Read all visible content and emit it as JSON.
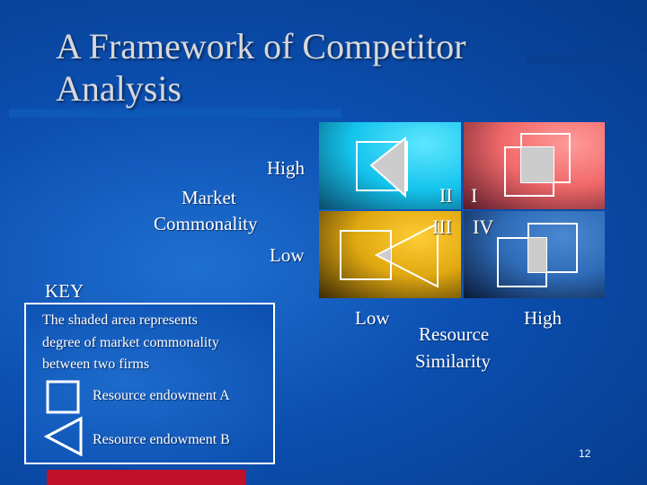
{
  "title": "A Framework of Competitor Analysis",
  "axis_y": {
    "high": "High",
    "label_line1": "Market",
    "label_line2": "Commonality",
    "low": "Low"
  },
  "axis_x": {
    "low": "Low",
    "label_line1": "Resource",
    "label_line2": "Similarity",
    "high": "High"
  },
  "quadrants": {
    "q1": "I",
    "q2": "II",
    "q3": "III",
    "q4": "IV"
  },
  "key": {
    "heading": "KEY",
    "desc_line1": "The shaded area represents",
    "desc_line2": "degree of market commonality",
    "desc_line3": "between two firms",
    "square_label": "Resource endowment A",
    "triangle_label": "Resource endowment B"
  },
  "page_number": "12",
  "colors": {
    "q2": "#17c8ee",
    "q1": "#ff7b7b",
    "q3": "#e0a810",
    "q4": "#2f6cb8"
  }
}
